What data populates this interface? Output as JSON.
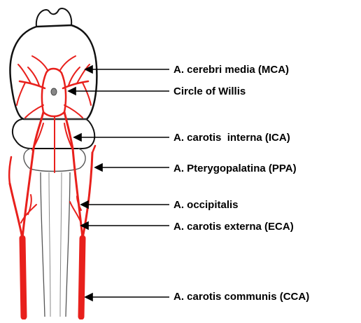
{
  "colors": {
    "artery": "#e8201c",
    "outline": "#111111",
    "thin_outline": "#555555",
    "background": "#ffffff"
  },
  "labels": [
    {
      "id": "mca",
      "text": "A. cerebri media (MCA)"
    },
    {
      "id": "willis",
      "text": "Circle of Willis"
    },
    {
      "id": "ica",
      "text": "A. carotis  interna (ICA)"
    },
    {
      "id": "ppa",
      "text": "A. Pterygopalatina (PPA)"
    },
    {
      "id": "occ",
      "text": "A. occipitalis"
    },
    {
      "id": "eca",
      "text": "A. carotis externa (ECA)"
    },
    {
      "id": "cca",
      "text": "A. carotis communis (CCA)"
    }
  ]
}
